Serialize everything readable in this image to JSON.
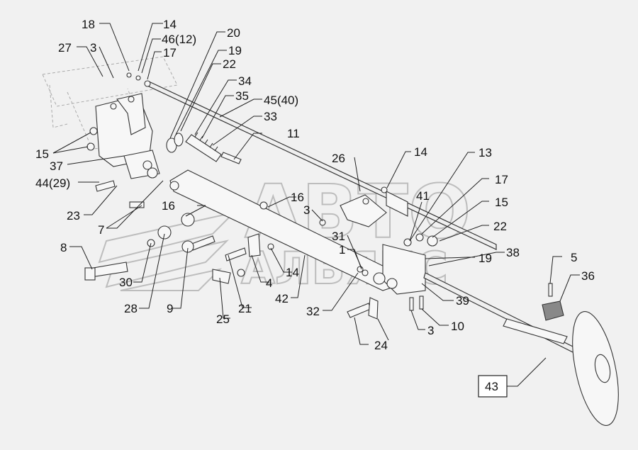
{
  "watermark": {
    "line1": "АВТО",
    "line2": "АЛЬЯНС",
    "color": "#bdbdbd"
  },
  "callouts": [
    {
      "id": "c18",
      "label": "18"
    },
    {
      "id": "c14a",
      "label": "14"
    },
    {
      "id": "c46",
      "label": "46(12)"
    },
    {
      "id": "c27",
      "label": "27"
    },
    {
      "id": "c3a",
      "label": "3"
    },
    {
      "id": "c17a",
      "label": "17"
    },
    {
      "id": "c20",
      "label": "20"
    },
    {
      "id": "c19a",
      "label": "19"
    },
    {
      "id": "c22a",
      "label": "22"
    },
    {
      "id": "c34",
      "label": "34"
    },
    {
      "id": "c35",
      "label": "35"
    },
    {
      "id": "c45",
      "label": "45(40)"
    },
    {
      "id": "c33",
      "label": "33"
    },
    {
      "id": "c11",
      "label": "11"
    },
    {
      "id": "c15a",
      "label": "15"
    },
    {
      "id": "c37",
      "label": "37"
    },
    {
      "id": "c44",
      "label": "44(29)"
    },
    {
      "id": "c23",
      "label": "23"
    },
    {
      "id": "c7",
      "label": "7"
    },
    {
      "id": "c16a",
      "label": "16"
    },
    {
      "id": "c16b",
      "label": "16"
    },
    {
      "id": "c26",
      "label": "26"
    },
    {
      "id": "c14b",
      "label": "14"
    },
    {
      "id": "c13",
      "label": "13"
    },
    {
      "id": "c17b",
      "label": "17"
    },
    {
      "id": "c15b",
      "label": "15"
    },
    {
      "id": "c22b",
      "label": "22"
    },
    {
      "id": "c41",
      "label": "41"
    },
    {
      "id": "c3b",
      "label": "3"
    },
    {
      "id": "c31",
      "label": "31"
    },
    {
      "id": "c1",
      "label": "1"
    },
    {
      "id": "c19b",
      "label": "19"
    },
    {
      "id": "c38",
      "label": "38"
    },
    {
      "id": "c5",
      "label": "5"
    },
    {
      "id": "c36",
      "label": "36"
    },
    {
      "id": "c8",
      "label": "8"
    },
    {
      "id": "c30",
      "label": "30"
    },
    {
      "id": "c28",
      "label": "28"
    },
    {
      "id": "c9",
      "label": "9"
    },
    {
      "id": "c4",
      "label": "4"
    },
    {
      "id": "c14c",
      "label": "14"
    },
    {
      "id": "c42",
      "label": "42"
    },
    {
      "id": "c21",
      "label": "21"
    },
    {
      "id": "c25",
      "label": "25"
    },
    {
      "id": "c32",
      "label": "32"
    },
    {
      "id": "c39",
      "label": "39"
    },
    {
      "id": "c3c",
      "label": "3"
    },
    {
      "id": "c10",
      "label": "10"
    },
    {
      "id": "c24",
      "label": "24"
    },
    {
      "id": "c43",
      "label": "43"
    }
  ]
}
